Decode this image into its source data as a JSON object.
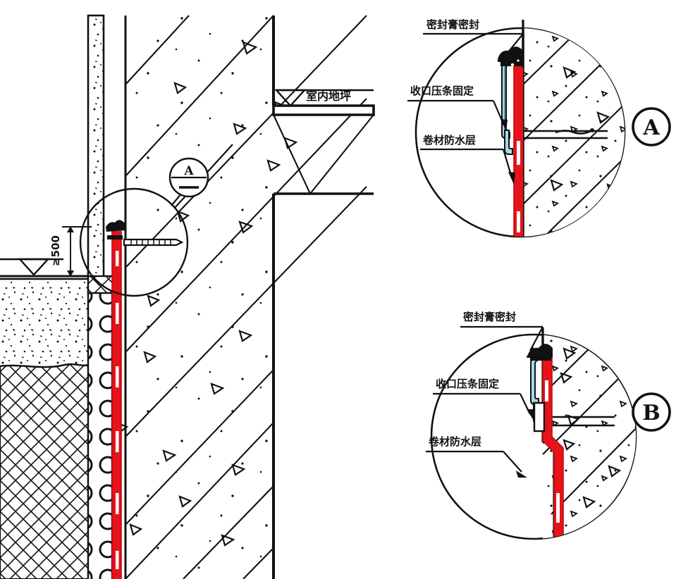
{
  "drawing": {
    "title": "Basement exterior wall waterproofing membrane termination detail",
    "colors": {
      "line": "#111111",
      "membrane_red": "#e8131a",
      "membrane_dark": "#c00d13",
      "trim_metal": "#a8d8e8",
      "trim_metal_dark": "#5f97ab",
      "sealant_black": "#111111",
      "paper": "#ffffff"
    }
  },
  "main_section": {
    "floor_label": "室内地坪",
    "dimension_label": "≥500",
    "callout": {
      "letter": "A",
      "sub": ""
    }
  },
  "detail_a": {
    "mark": "A",
    "labels": {
      "sealant": "密封膏密封",
      "trim": "收口压条固定",
      "membrane": "卷材防水层"
    }
  },
  "detail_b": {
    "mark": "B",
    "labels": {
      "sealant": "密封膏密封",
      "trim": "收口压条固定",
      "membrane": "卷材防水层"
    }
  }
}
